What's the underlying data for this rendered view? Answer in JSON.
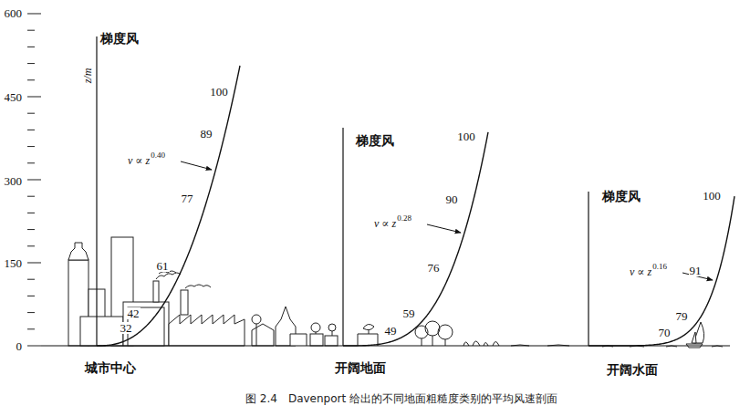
{
  "diagram": {
    "caption": "图 2.4　Davenport 给出的不同地面粗糙度类别的平均风速剖面",
    "labels": [
      "600",
      "450",
      "300",
      "150",
      "0",
      "z/m",
      "梯度风",
      "100",
      "89",
      "77",
      "61",
      "42",
      "32",
      "v ∝ z",
      "0.40",
      "城市中心",
      "梯度风",
      "100",
      "90",
      "76",
      "59",
      "49",
      "v ∝ z",
      "0.28",
      "开阔地面",
      "梯度风",
      "100",
      "91",
      "79",
      "70",
      "v ∝ z",
      "0.16",
      "开阔水面"
    ]
  }
}
